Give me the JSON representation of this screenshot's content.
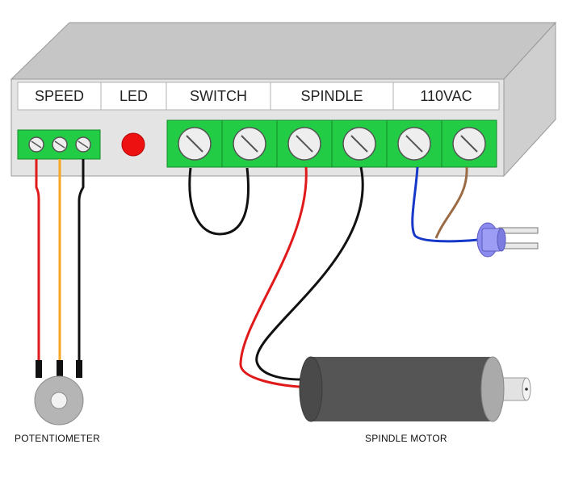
{
  "labels": {
    "speed": "SPEED",
    "led": "LED",
    "switch": "SWITCH",
    "spindle": "SPINDLE",
    "ac": "110VAC"
  },
  "captions": {
    "potentiometer": "POTENTIOMETER",
    "spindle_motor": "SPINDLE MOTOR"
  },
  "colors": {
    "box_top": "#c6c6c6",
    "box_front": "#e4e4e4",
    "box_side": "#cfcfcf",
    "terminal_green": "#22cc44",
    "led_red": "#ee1111",
    "wire_red": "#e01a1a",
    "wire_orange": "#f5a623",
    "wire_black": "#111111",
    "wire_blue": "#1638c9",
    "wire_brown": "#9a6b45",
    "plug_blue": "#8c8cf0",
    "motor_body": "#555555"
  }
}
